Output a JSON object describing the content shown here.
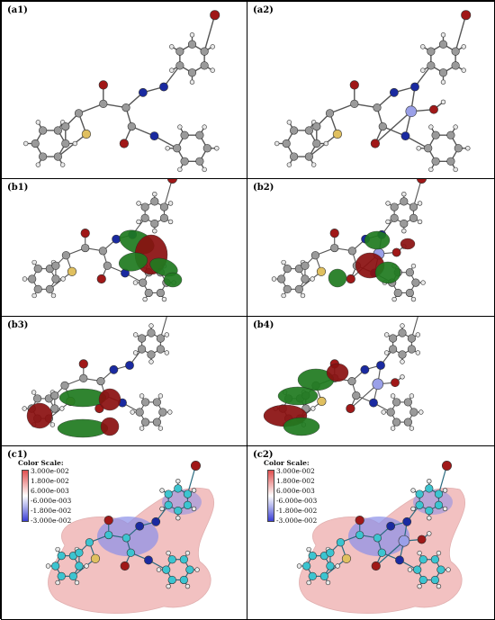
{
  "panels": {
    "a1": "(a1)",
    "a2": "(a2)",
    "b1": "(b1)",
    "b2": "(b2)",
    "b3": "(b3)",
    "b4": "(b4)",
    "c1": "(c1)",
    "c2": "(c2)"
  },
  "color_scale": {
    "title": "Color Scale:",
    "ticks": [
      "3.000e-002",
      "1.800e-002",
      "6.000e-003",
      "-6.000e-003",
      "-1.800e-002",
      "-3.000e-002"
    ]
  },
  "colors": {
    "carbon": "#9a9a9a",
    "oxygen": "#a01818",
    "nitrogen": "#1a2aa0",
    "sulfur": "#e0c060",
    "metal": "#9aa0e8",
    "hydrogen": "#e8e8e8",
    "lobe_green": "#1f7a1f",
    "lobe_red": "#8a1010",
    "esp_red": "#e89090",
    "esp_blue": "#8a8ee8",
    "mesh_carbon": "#3cc4d0"
  }
}
